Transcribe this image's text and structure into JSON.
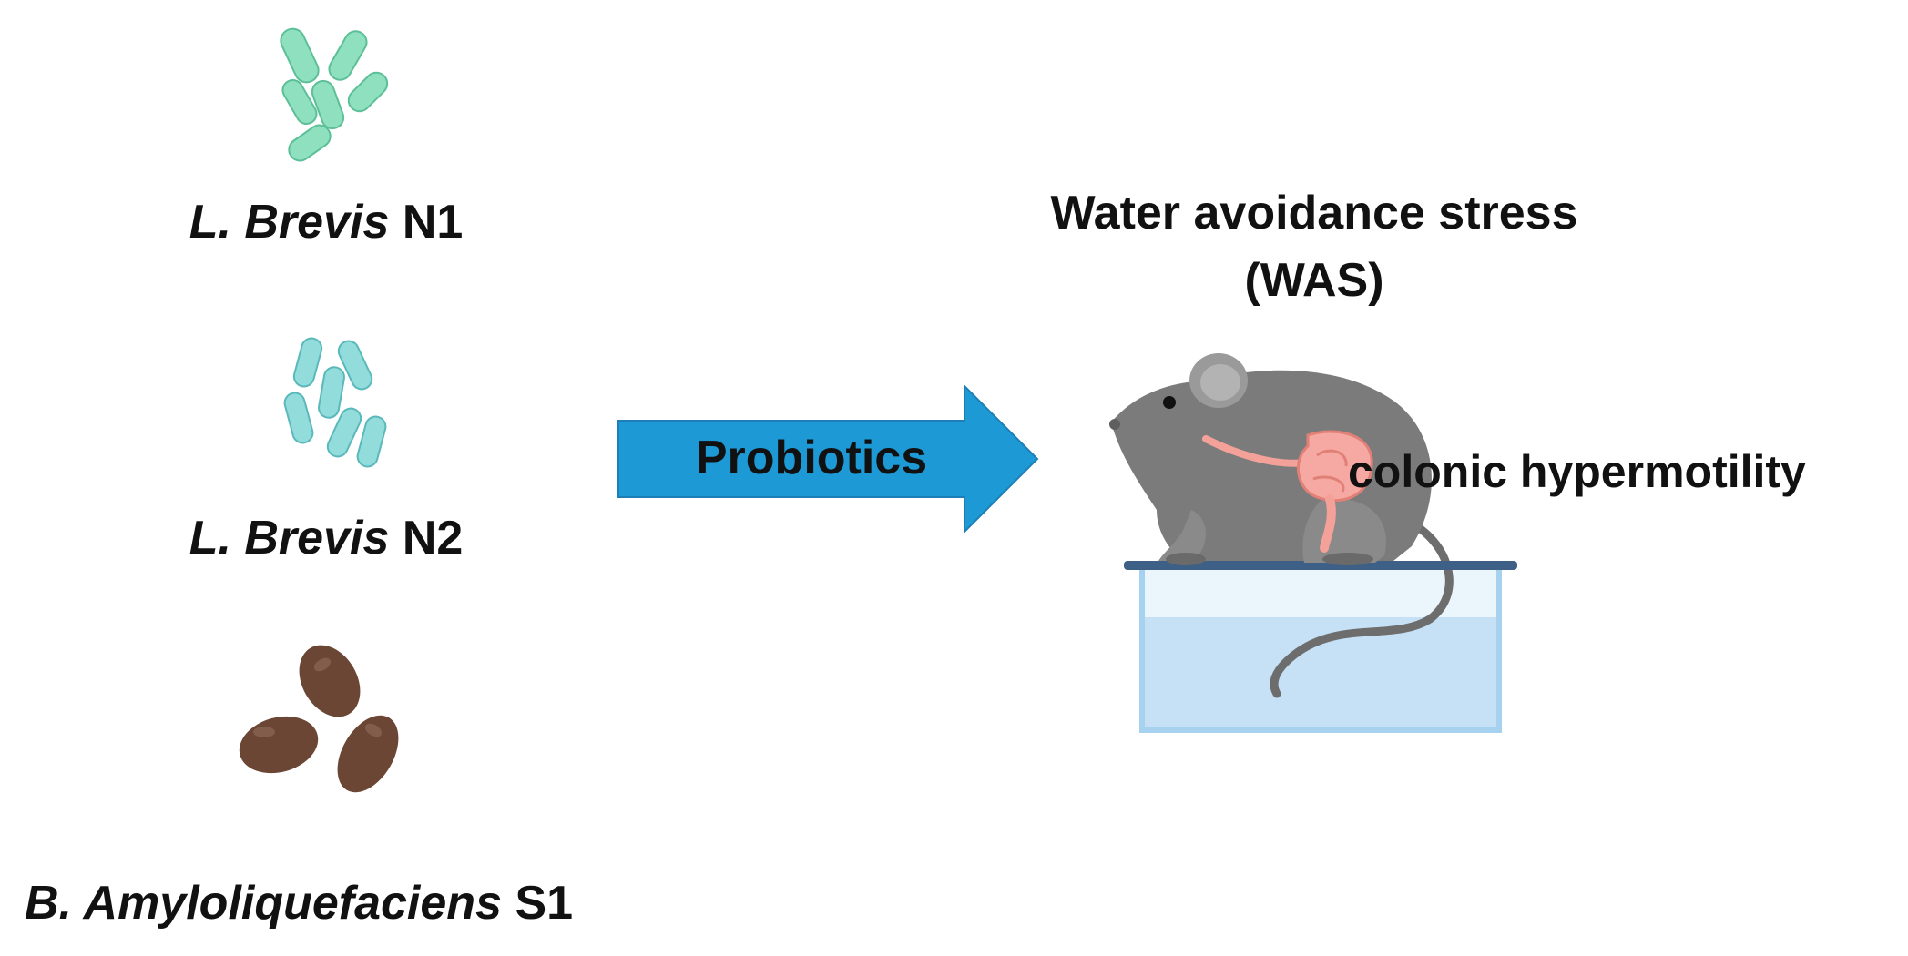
{
  "strains": [
    {
      "genus": "L. Brevis",
      "code": "N1",
      "icon": "rod-bacteria-green-icon",
      "color": "#7fd6b4"
    },
    {
      "genus": "L. Brevis",
      "code": "N2",
      "icon": "rod-bacteria-teal-icon",
      "color": "#8ad8d6"
    },
    {
      "genus": "B. Amyloliquefaciens",
      "code": "S1",
      "icon": "spore-brown-icon",
      "color": "#6b4634"
    }
  ],
  "arrow": {
    "label": "Probiotics",
    "color": "#1d9ad6",
    "icon": "right-arrow-icon"
  },
  "model": {
    "title_line1": "Water avoidance stress",
    "title_line2": "(WAS)",
    "effect": "colonic hypermotility",
    "icon": "mouse-on-platform-icon"
  }
}
